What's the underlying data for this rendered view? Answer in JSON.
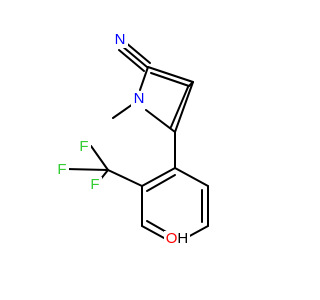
{
  "structure": {
    "atoms": {
      "nitrile_nitrogen": "N",
      "ring_nitrogen": "N",
      "methyl": "",
      "fluorine_1": "F",
      "fluorine_2": "F",
      "fluorine_3": "F",
      "hydroxyl": "OH"
    }
  },
  "colors": {
    "bond": "#000000",
    "nitrogen": "#0000ff",
    "fluorine": "#33cc33",
    "oxygen": "#ff0000",
    "hydrogen": "#000000",
    "background": "#ffffff"
  }
}
